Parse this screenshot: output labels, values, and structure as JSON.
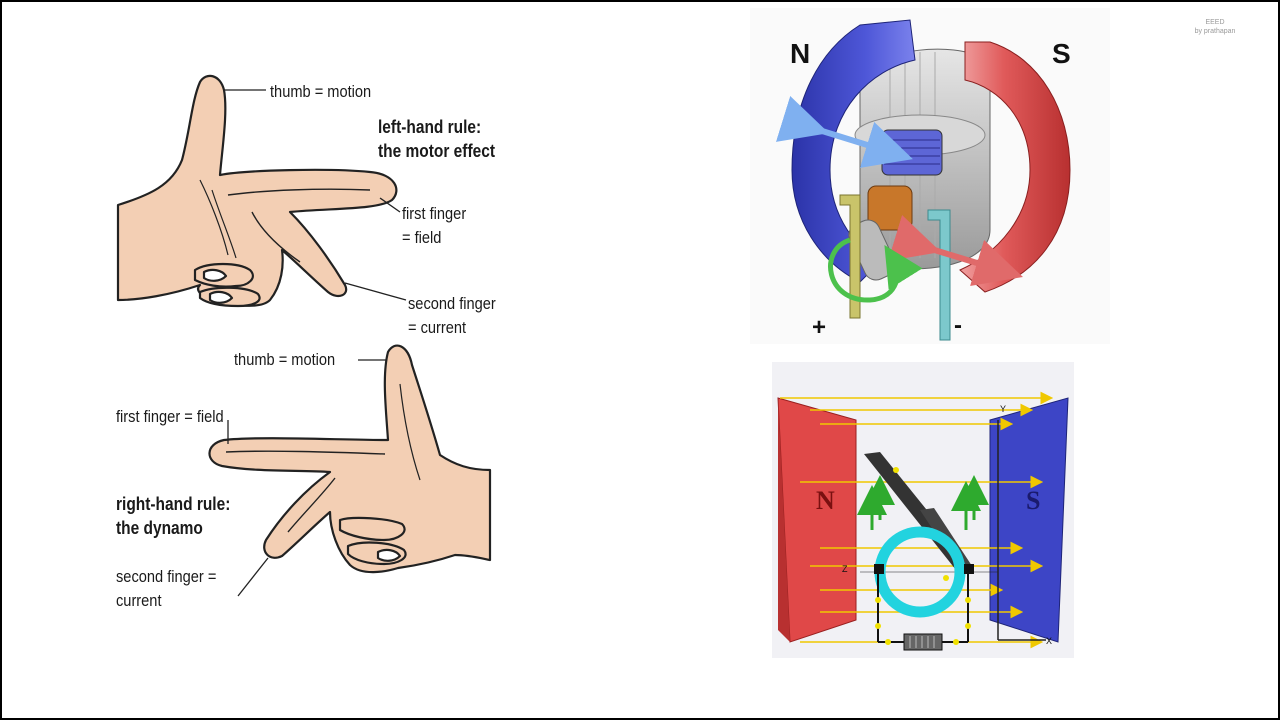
{
  "watermark": {
    "line1": "EEED",
    "line2": "by prathapan"
  },
  "left_hand": {
    "thumb": "thumb = motion",
    "rule_line1": "left-hand rule:",
    "rule_line2": "the motor effect",
    "first_line1": "first finger",
    "first_line2": "= field",
    "second_line1": "second finger",
    "second_line2": "= current"
  },
  "right_hand": {
    "thumb": "thumb = motion",
    "first": "first finger = field",
    "rule_line1": "right-hand rule:",
    "rule_line2": "the dynamo",
    "second_line1": "second finger =",
    "second_line2": "current"
  },
  "motor": {
    "north": "N",
    "south": "S",
    "plus": "+",
    "minus": "-"
  },
  "generator": {
    "north": "N",
    "south": "S",
    "axis_x": "X",
    "axis_y": "Y",
    "axis_z": "Z"
  },
  "colors": {
    "skin": "#f3cfb4",
    "magnet_blue": "#3d45c6",
    "magnet_red": "#e04848",
    "arrow_blue": "#7fb0f0",
    "arrow_red": "#e06a6a",
    "arrow_green": "#4cc14c",
    "field_lines": "#f0c800",
    "coil_cyan": "#22d3df"
  }
}
